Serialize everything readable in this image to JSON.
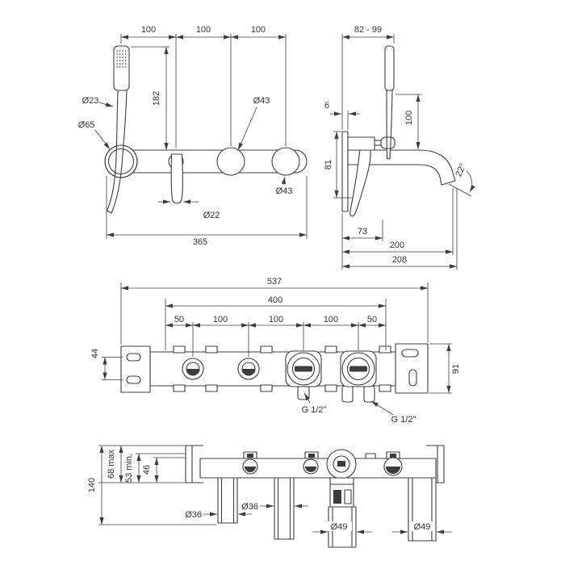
{
  "drawing": {
    "front_view": {
      "top_dims": [
        "100",
        "100",
        "100"
      ],
      "height": "182",
      "d_handshower": "Ø23",
      "d_holder": "Ø65",
      "d_handle_trim": "Ø43",
      "d_diverter_trim": "Ø43",
      "d_lever": "Ø22",
      "width": "365"
    },
    "side_view": {
      "depth_range": "82 - 99",
      "plate_thickness": "6",
      "height_top": "100",
      "height_plate": "81",
      "spout_angle": "22°",
      "dim_73": "73",
      "dim_200": "200",
      "dim_208": "208"
    },
    "rough_in": {
      "overall": "537",
      "inner": "400",
      "spacing": [
        "50",
        "100",
        "100",
        "100",
        "50"
      ],
      "dim_44": "44",
      "dim_91": "91",
      "thread_1": "G 1/2\"",
      "thread_2": "G 1/2\""
    },
    "section": {
      "dim_140": "140",
      "dim_68": "68 max",
      "dim_53": "53 min.",
      "dim_46": "46",
      "d_pipe_1": "Ø36",
      "d_pipe_2": "Ø36",
      "d_pipe_3": "Ø49",
      "d_pipe_4": "Ø49"
    }
  }
}
